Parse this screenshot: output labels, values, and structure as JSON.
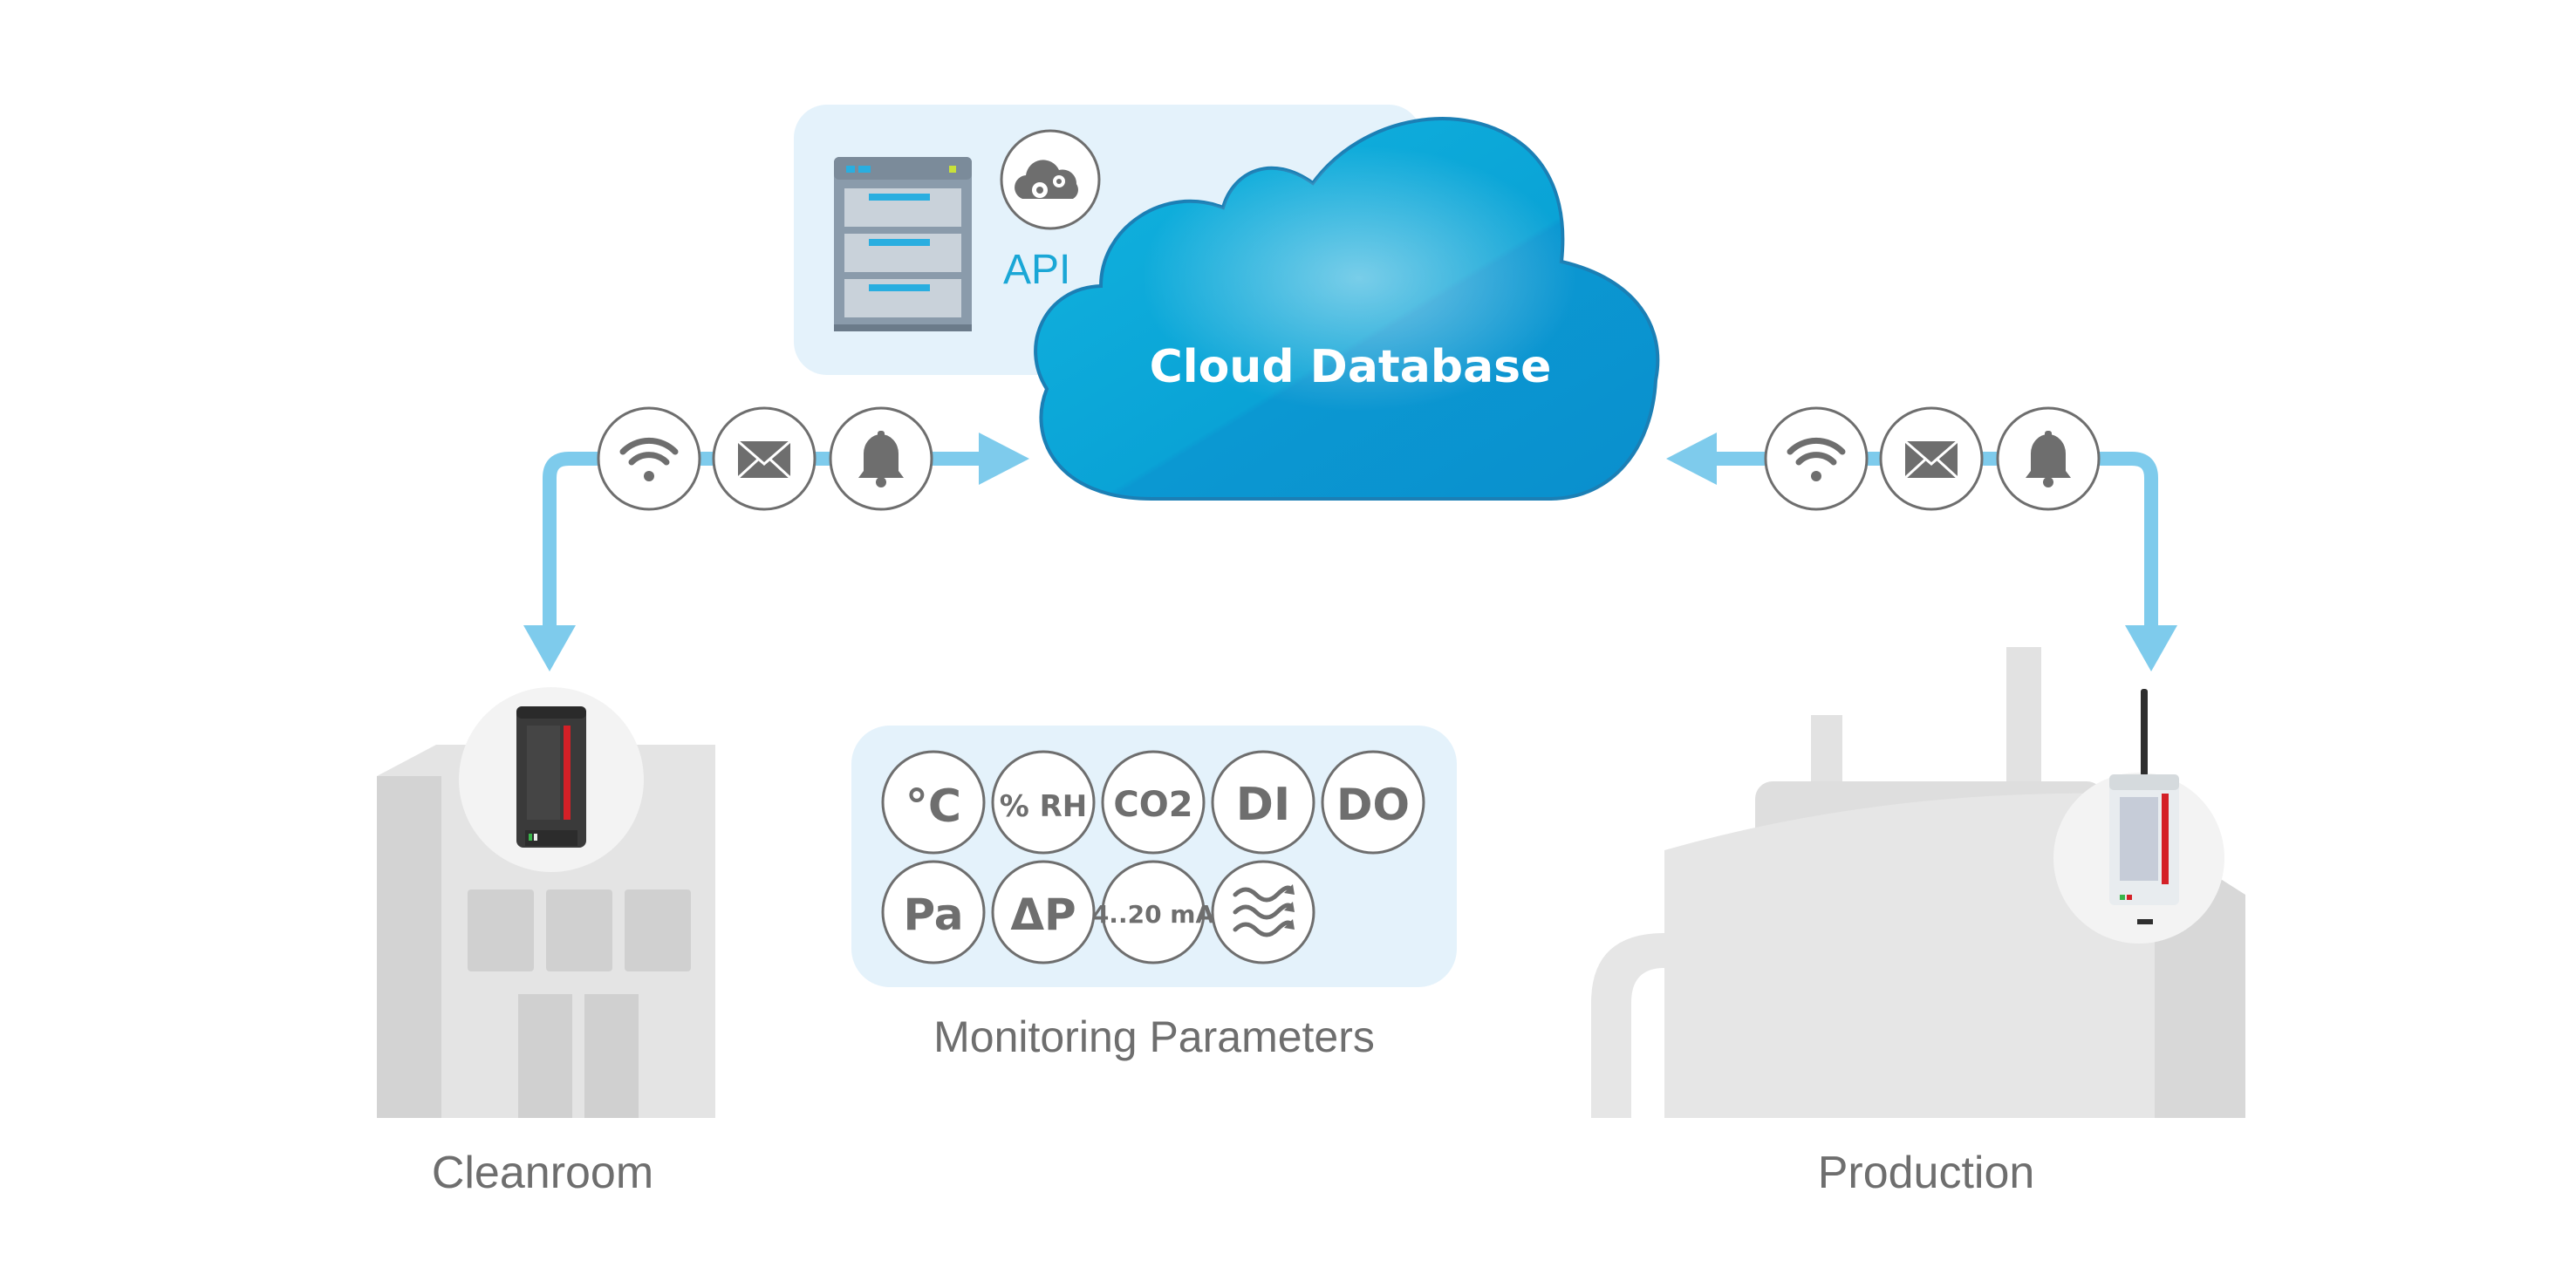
{
  "cloud": {
    "title": "Cloud Database"
  },
  "api": {
    "label": "API"
  },
  "sites": {
    "left": {
      "label": "Cleanroom"
    },
    "right": {
      "label": "Production"
    }
  },
  "monitoring": {
    "label": "Monitoring Parameters",
    "parameters": [
      {
        "label": "°C",
        "icon": "temperature-icon"
      },
      {
        "label": "% RH",
        "icon": "humidity-icon"
      },
      {
        "label": "CO2",
        "icon": "co2-icon"
      },
      {
        "label": "DI",
        "icon": "digital-input-icon"
      },
      {
        "label": "DO",
        "icon": "digital-output-icon"
      },
      {
        "label": "Pa",
        "icon": "pressure-icon"
      },
      {
        "label": "ΔP",
        "icon": "differential-pressure-icon"
      },
      {
        "label": "4..20 mA",
        "icon": "current-loop-icon"
      },
      {
        "label": "",
        "icon": "airflow-icon"
      }
    ]
  },
  "comm_icons": [
    "wifi-icon",
    "mail-icon",
    "bell-icon"
  ],
  "colors": {
    "cloud": "#0aa3d6",
    "api_panel": "#e4f2fb",
    "arrow": "#7ecbec",
    "icon_gray": "#6e6e6e",
    "building": "#e4e4e4",
    "accent_red": "#d42027",
    "api_text": "#1aa7d6"
  }
}
